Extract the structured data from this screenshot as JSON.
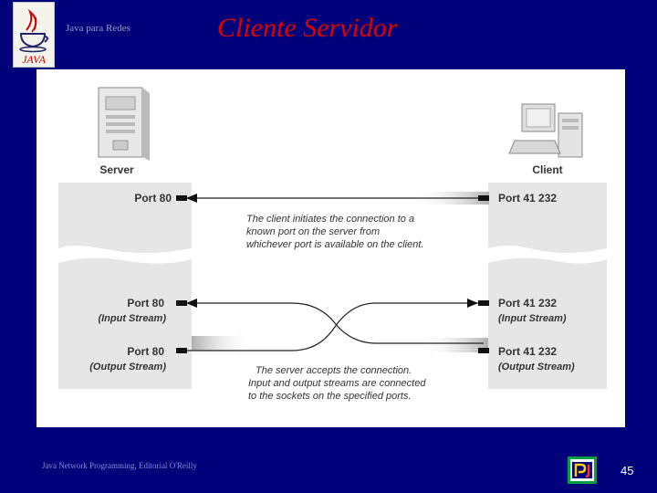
{
  "header": {
    "course": "Java para Redes",
    "title": "Cliente Servidor",
    "logo_text": "JAVA"
  },
  "diagram": {
    "server_label": "Server",
    "client_label": "Client",
    "server_port_top": "Port 80",
    "client_port_top": "Port 41 232",
    "note_top": [
      "The client initiates the connection to a",
      "known port on the server from",
      "whichever port is available on the client."
    ],
    "server_port_in": "Port 80",
    "server_in_label": "(Input Stream)",
    "server_port_out": "Port 80",
    "server_out_label": "(Output Stream)",
    "client_port_in": "Port 41 232",
    "client_in_label": "(Input Stream)",
    "client_port_out": "Port 41 232",
    "client_out_label": "(Output Stream)",
    "note_bottom": [
      "The server accepts the connection.",
      "Input and output streams are connected",
      "to the sockets on the specified ports."
    ]
  },
  "footer": {
    "source": "Java Network Programming, Editorial O'Reilly",
    "page_number": "45"
  },
  "colors": {
    "background": "#00007a",
    "title": "#e00000"
  }
}
